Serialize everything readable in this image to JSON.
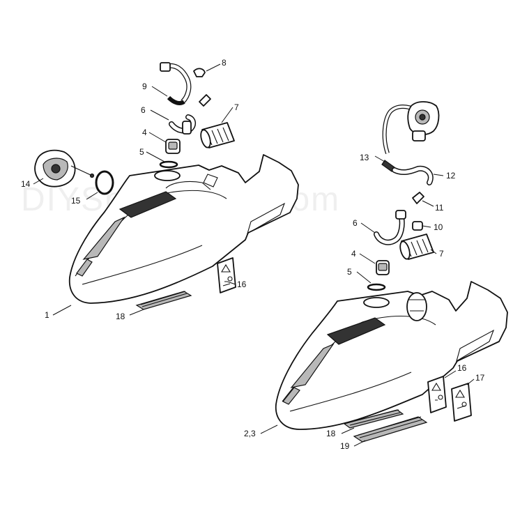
{
  "watermark": "DIYSpareParts.com",
  "callouts": {
    "c1": "1",
    "c23": "2,3",
    "c4a": "4",
    "c4b": "4",
    "c5a": "5",
    "c5b": "5",
    "c6a": "6",
    "c6b": "6",
    "c7a": "7",
    "c7b": "7",
    "c8": "8",
    "c9": "9",
    "c10": "10",
    "c11": "11",
    "c12": "12",
    "c13": "13",
    "c14": "14",
    "c15": "15",
    "c16a": "16",
    "c16b": "16",
    "c17": "17",
    "c18a": "18",
    "c18b": "18",
    "c19": "19"
  }
}
